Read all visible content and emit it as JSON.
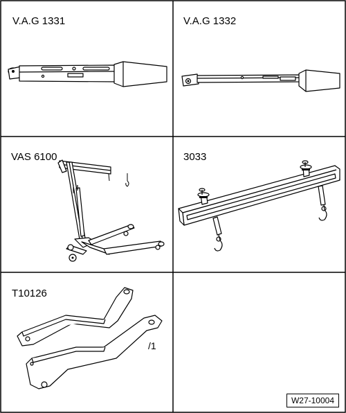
{
  "tools": [
    {
      "id": "vag-1331",
      "label": "V.A.G 1331"
    },
    {
      "id": "vag-1332",
      "label": "V.A.G 1332"
    },
    {
      "id": "vas-6100",
      "label": "VAS 6100"
    },
    {
      "id": "tool-3033",
      "label": "3033"
    },
    {
      "id": "t10126",
      "label": "T10126",
      "part_marker": "/1"
    }
  ],
  "figure_id": "W27-10004",
  "colors": {
    "line": "#000000",
    "background": "#ffffff"
  }
}
